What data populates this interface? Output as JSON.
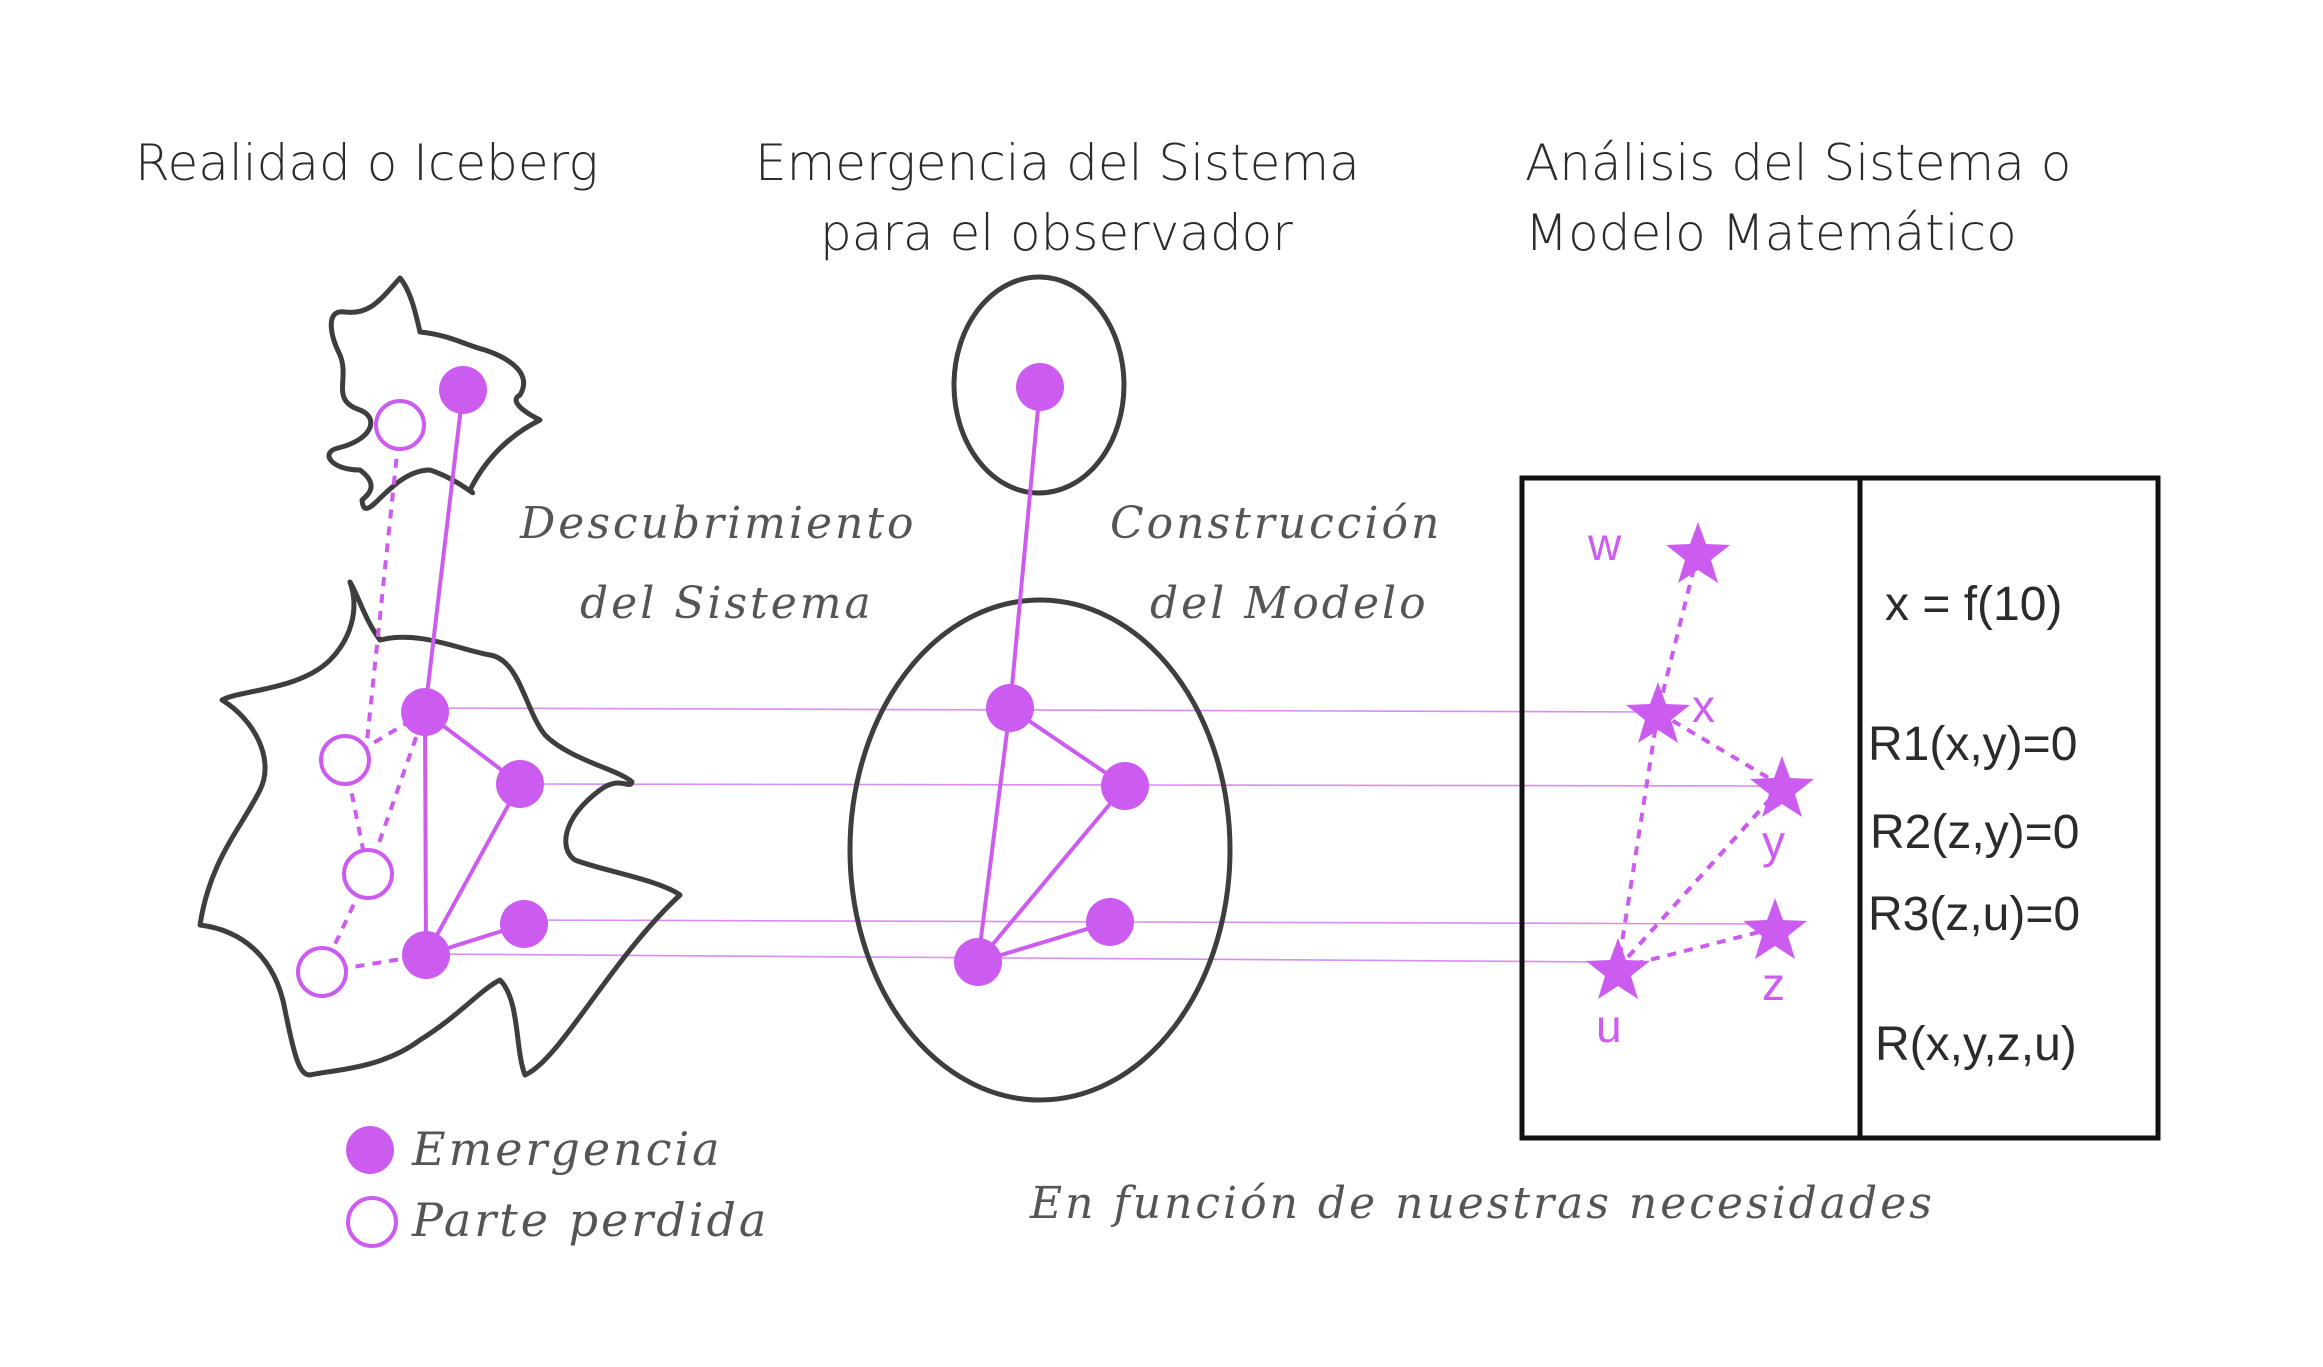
{
  "titles": {
    "iceberg": "Realidad o Iceberg",
    "emergence_line1": "Emergencia del Sistema",
    "emergence_line2": "para el observador",
    "analysis_line1": "Análisis del Sistema o",
    "analysis_line2": "Modelo Matemático"
  },
  "annotations": {
    "discovery_line1": "Descubrimiento",
    "discovery_line2": "del Sistema",
    "construction_line1": "Construcción",
    "construction_line2": "del Modelo",
    "needs": "En función de nuestras necesidades"
  },
  "legend": {
    "emergence": "Emergencia",
    "lost_part": "Parte perdida"
  },
  "variables": {
    "w": "w",
    "x": "x",
    "y": "y",
    "z": "z",
    "u": "u"
  },
  "equations": {
    "e1": "x = f(10)",
    "e2": "R1(x,y)=0",
    "e3": "R2(z,y)=0",
    "e4": "R3(z,u)=0",
    "e5": "R(x,y,z,u)"
  },
  "colors": {
    "accent": "#cc5cf0",
    "outline": "#3e3e3e",
    "text": "#2b2b2b"
  }
}
